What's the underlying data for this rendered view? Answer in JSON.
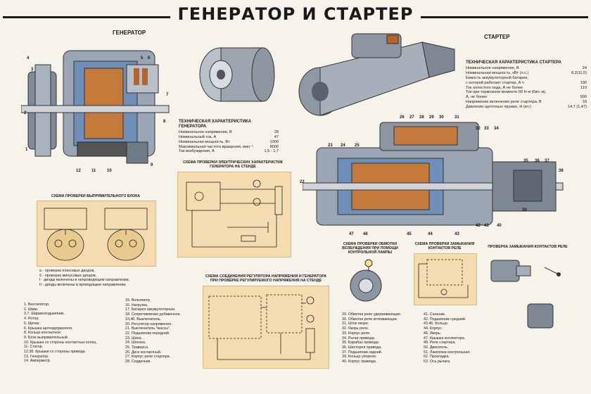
{
  "title": "ГЕНЕРАТОР И СТАРТЕР",
  "generator_label": "ГЕНЕРАТОР",
  "starter_label": "СТАРТЕР",
  "gen_specs": {
    "heading": "ТЕХНИЧЕСКАЯ ХАРАКТЕРИСТИКА ГЕНЕРАТОРА",
    "rows": [
      {
        "k": "Номинальное напряжение, В",
        "v": "28"
      },
      {
        "k": "Номинальный ток, А",
        "v": "47"
      },
      {
        "k": "Номинальная мощность, Вт",
        "v": "1000"
      },
      {
        "k": "Максимальная частота вращения, мин⁻¹",
        "v": "8000"
      },
      {
        "k": "Ток возбуждения, А",
        "v": "1,5 - 1,7"
      }
    ]
  },
  "starter_specs": {
    "heading": "ТЕХНИЧЕСКАЯ ХАРАКТЕРИСТИКА СТАРТЕРА",
    "rows": [
      {
        "k": "Номинальное напряжение, В",
        "v": "24"
      },
      {
        "k": "Номинальная мощность, кВт (л.с.)",
        "v": "8,2(11,5)"
      },
      {
        "k": "Емкость аккумуляторной батареи,",
        "v": ""
      },
      {
        "k": "с которой работает стартер, А ч",
        "v": "190"
      },
      {
        "k": "Ток холостого хода, А не более",
        "v": "110"
      },
      {
        "k": "Ток при тормозном моменте 60 Н м (6кгс м),",
        "v": ""
      },
      {
        "k": "А, не более",
        "v": "900"
      },
      {
        "k": "Напряжение включения реле стартера, В",
        "v": "18"
      },
      {
        "k": "Давление щеточных пружин, Н (кгс)",
        "v": "14,7 (1,47)"
      }
    ]
  },
  "captions": {
    "rect_scheme": "СХЕМА ПРОВЕРКИ ВЫПРЯМИТЕЛЬНОГО БЛОКА",
    "elec_scheme": "СХЕМА ПРОВЕРКИ ЭЛЕКТРИЧЕСКИХ ХАРАКТЕРИСТИК ГЕНЕРАТОРА НА СТЕНДЕ",
    "reg_scheme": "СХЕМА СОЕДИНЕНИЯ РЕГУЛЯТОРА НАПРЯЖЕНИЯ И ГЕНЕРАТОРА ПРИ ПРОВЕРКЕ РЕГУЛИРУЕМОГО НАПРЯЖЕНИЯ НА СТЕНДЕ",
    "winding_scheme": "СХЕМА ПРОВЕРКИ ОБМОТКИ ВОЗБУЖДЕНИЯ ПРИ ПОМОЩИ КОНТРОЛЬНОЙ ЛАМПЫ",
    "relay_scheme": "СХЕМА ПРОВЕРКИ ЗАМЫКАНИЯ КОНТАКТОВ РЕЛЕ",
    "relay_check": "ПРОВЕРКА ЗАМЫКАНИЯ КОНТАКТОВ РЕЛЕ"
  },
  "diode_notes": [
    "а - проверка плюсовых диодов,",
    "б - проверка минусовых диодов,",
    "I - диоды включены в непроводящем направлении,",
    "II - диоды включены в проводящем направлении."
  ],
  "legend_col1": [
    "1. Вентилятор.",
    "2. Шкив.",
    "3,7. Шарикоподшипник.",
    "4. Ротор.",
    "5. Щетки.",
    "6. Крышка щеткодержателя.",
    "8. Кольцо контактное.",
    "9. Блок выпрямительный.",
    "10. Крышка со стороны контактных колец.",
    "11. Статор.",
    "12,38. Крышки со стороны привода.",
    "13. Генератор.",
    "14. Амперметр."
  ],
  "legend_col2": [
    "15. Вольтметр.",
    "16. Нагрузка.",
    "17. Батарея аккумуляторная.",
    "18. Сопротивление добавочное.",
    "19,40. Выключатель.",
    "20. Регулятор напряжения.",
    "21. Выключатель \"массы\".",
    "22. Подшипник передний.",
    "23. Шина.",
    "24. Шпонка.",
    "25. Траверса.",
    "26. Диск контактный.",
    "27. Корпус реле стартера.",
    "28. Сердечник."
  ],
  "legend_col3": [
    "29. Обмотка реле удерживающая.",
    "30. Обмотка реле втягивающая.",
    "31. Шток якоря.",
    "32. Якорь реле.",
    "33. Корпус реле.",
    "34. Рычаг привода.",
    "35. Барабан привода.",
    "36. Шестерня привода.",
    "37. Подшипник задний.",
    "39. Кольцо упорное.",
    "40. Корпус привода."
  ],
  "legend_col4": [
    "41. Сальник.",
    "42. Подшипник средний.",
    "43,46. Кольцо.",
    "44. Корпус.",
    "45. Якорь.",
    "47. Крышка коллектора.",
    "48. Реле стартера.",
    "50. Двигатель.",
    "51. Лампочка контрольная.",
    "52. Прокладка.",
    "53. Ось рычага."
  ],
  "colors": {
    "panel": "#f4dcb0",
    "metal": "#8c97a3",
    "copper": "#b5652b",
    "blue": "#6f8fb8",
    "dark": "#3b3f45"
  }
}
